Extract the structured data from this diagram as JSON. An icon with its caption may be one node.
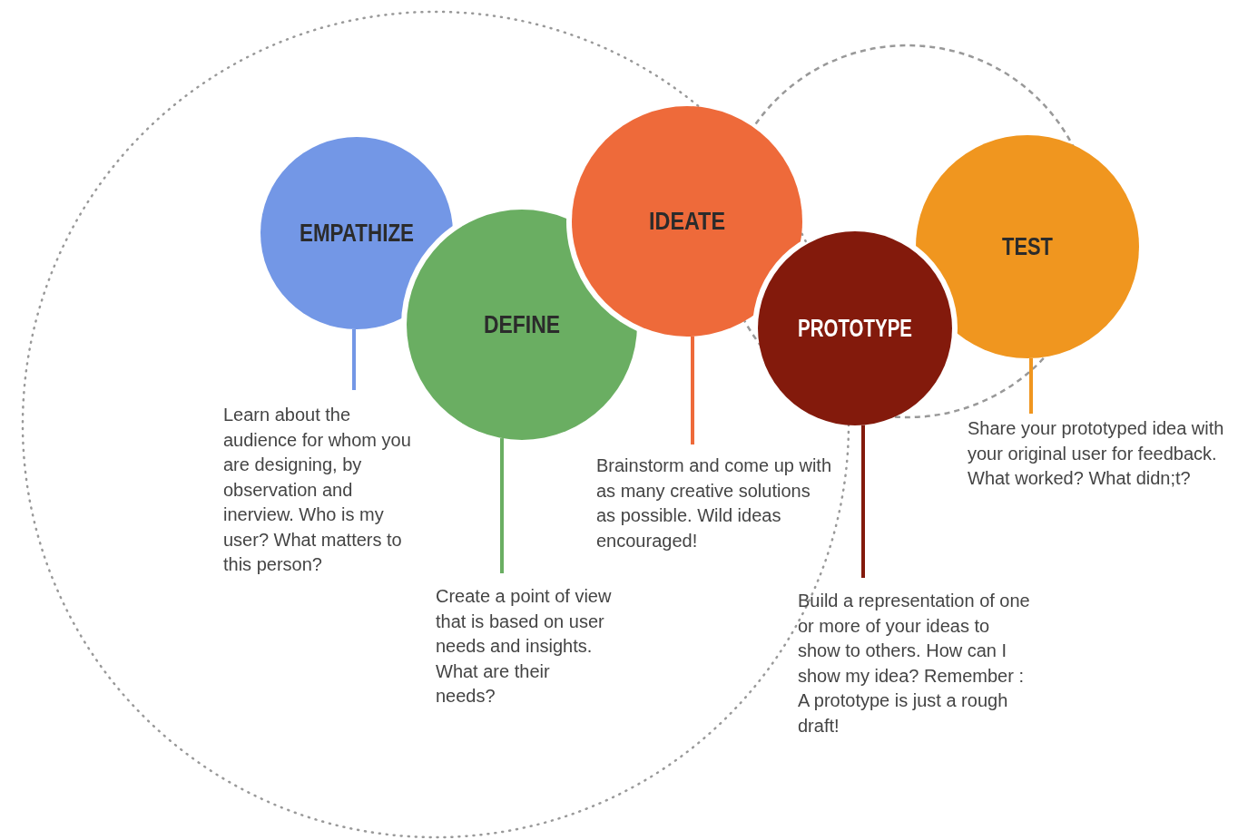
{
  "diagram": {
    "nodes": [
      {
        "text": [
          "EMPATHIZE"
        ]
      },
      {
        "text": [
          "DEFINE"
        ]
      },
      {
        "text": [
          "IDEATE"
        ]
      },
      {
        "text": [
          "PROTOTYPE"
        ]
      },
      {
        "text": [
          "TEST"
        ]
      },
      {
        "text": [
          "Learn about the audience for whom you are designing, by observation and inerview. Who is my user? What matters to this person?"
        ]
      },
      {
        "text": [
          "Create a point of view that is based on user needs and insights. What are their needs?"
        ]
      },
      {
        "text": [
          "Brainstorm and come up with as many creative solutions as possible. Wild ideas encouraged!"
        ]
      },
      {
        "text": [
          "Build a representation of one or more of your ideas to show to others. How can I show my idea? Remember : A prototype is just a rough draft!"
        ]
      },
      {
        "text": [
          "Share your prototyped idea with your original user for feedback. What worked? What didn;t?"
        ]
      }
    ],
    "edges": [
      {
        "from": 0,
        "to": 5,
        "arrow": "none",
        "color": "#7397e6"
      },
      {
        "from": 1,
        "to": 6,
        "arrow": "none",
        "color": "#6aae62"
      },
      {
        "from": 2,
        "to": 7,
        "arrow": "none",
        "color": "#ee6a3a"
      },
      {
        "from": 3,
        "to": 8,
        "arrow": "none",
        "color": "#831a0c"
      },
      {
        "from": 4,
        "to": 9,
        "arrow": "none",
        "color": "#f0961f"
      }
    ]
  }
}
